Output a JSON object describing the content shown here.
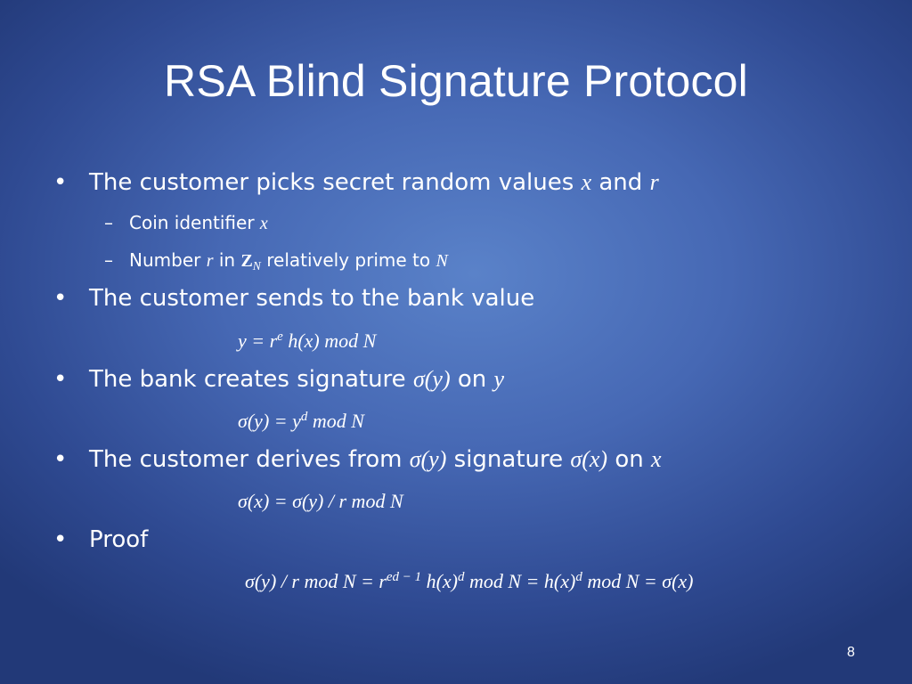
{
  "slide": {
    "title": "RSA Blind Signature Protocol",
    "page_number": "8",
    "bullet_symbol": "•",
    "dash_symbol": "–",
    "bullets": [
      {
        "text_a": "The customer picks secret random values ",
        "var_x": "x",
        "text_b": " and ",
        "var_r": "r"
      },
      {
        "text": "The customer sends to the bank value"
      },
      {
        "text_a": "The bank creates signature ",
        "sigma_y": "σ(y)",
        "text_b": " on ",
        "var_y": "y"
      },
      {
        "text_a": "The customer derives from ",
        "sigma_y": "σ(y)",
        "text_b": " signature ",
        "sigma_x": "σ(x)",
        "text_c": " on ",
        "var_x": "x"
      },
      {
        "text": "Proof"
      }
    ],
    "subbullets": [
      {
        "text": "Coin identifier ",
        "var": "x"
      },
      {
        "text_a": "Number ",
        "var_r": "r",
        "text_b": " in ",
        "set": "Z",
        "set_sub": "N",
        "text_c": " relatively prime to ",
        "var_n": "N"
      }
    ],
    "equations": {
      "eq1": {
        "lhs": "y = r",
        "exp": "e",
        "rhs": " h(x) mod N"
      },
      "eq2": {
        "lhs": "σ(y) = y",
        "exp": "d",
        "rhs": " mod N"
      },
      "eq3": {
        "full": "σ(x) = σ(y) / r mod N"
      },
      "eq4": {
        "p1": "σ(y) / r mod N = r",
        "exp1": "ed − 1",
        "p2": " h(x)",
        "exp2": "d",
        "p3": " mod N = h(x)",
        "exp3": "d",
        "p4": " mod N = σ(x)"
      }
    }
  }
}
